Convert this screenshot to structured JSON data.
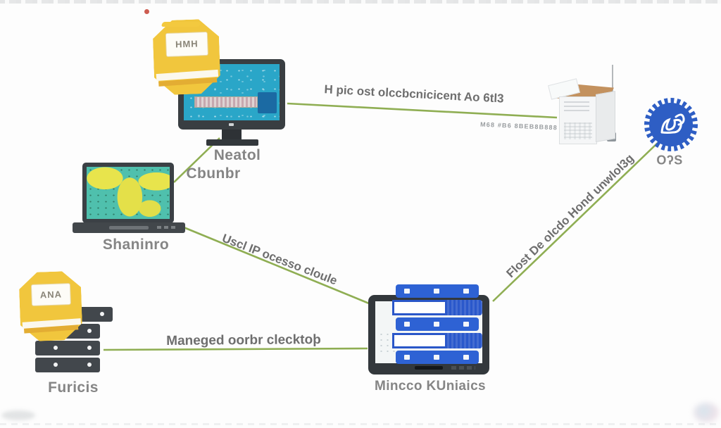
{
  "diagram": {
    "background_color": "#fdfdfd",
    "line_color": "#8fae53",
    "node_label_color": "#858585",
    "connection_label_color": "#6e6e6e",
    "nodes": {
      "desktop": {
        "label_line1": "Neatol",
        "label_line2": "Cbunbr",
        "badge_text": "HMH",
        "badge_color": "#f1c63d",
        "screen_color": "#2aa6c8"
      },
      "laptop": {
        "label": "Shaninro",
        "screen_color": "#4fc0ad"
      },
      "servers": {
        "label": "Furicis",
        "badge_text": "ANA",
        "badge_color": "#f1c63d"
      },
      "kubernetes_tablet": {
        "label": "Mincco KUniaics",
        "rack_color": "#2e62d4"
      },
      "package_box": {},
      "gear_badge": {
        "label": "OʔS",
        "color": "#2e5ec4"
      }
    },
    "connections": {
      "desktop_to_box": {
        "label": "H pic ost olccbcnicicent Ao 6tl3",
        "sublabel": "M68 #B6 8BEB8B888"
      },
      "laptop_to_desktop": {
        "label": ""
      },
      "laptop_to_kubernetes": {
        "label": "Uscl IP ocesso cloule"
      },
      "servers_to_kubernetes": {
        "label": "Maneged oorbr clecktoþ"
      },
      "kubernetes_to_gear": {
        "label": "Flost De olcdo Hond unwlol3g"
      }
    }
  }
}
